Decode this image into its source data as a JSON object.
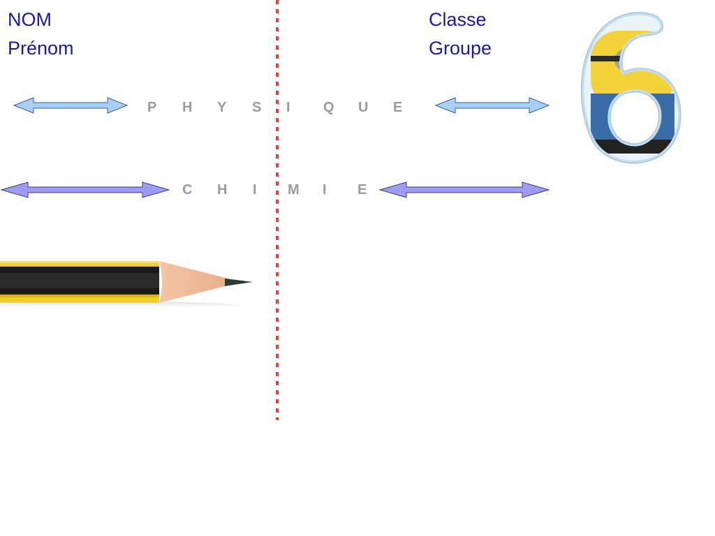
{
  "header": {
    "nom": "NOM",
    "prenom": "Prénom",
    "classe": "Classe",
    "groupe": "Groupe"
  },
  "subjects": {
    "physique": [
      "P",
      "H",
      "Y",
      "S",
      "I",
      "Q",
      "U",
      "E"
    ],
    "chimie": [
      "C",
      "H",
      "I",
      "M",
      "I",
      "E"
    ]
  },
  "colors": {
    "text": "#1a1aa0",
    "subject_text": "#9b9b9b",
    "divider": "#e8423f",
    "arrow_physique": "#a8d0f4",
    "arrow_chimie": "#9d9cf2",
    "pencil_yellow": "#f0d02a"
  },
  "icons": {
    "pencil": "pencil-icon",
    "number": "number-six-icon"
  }
}
